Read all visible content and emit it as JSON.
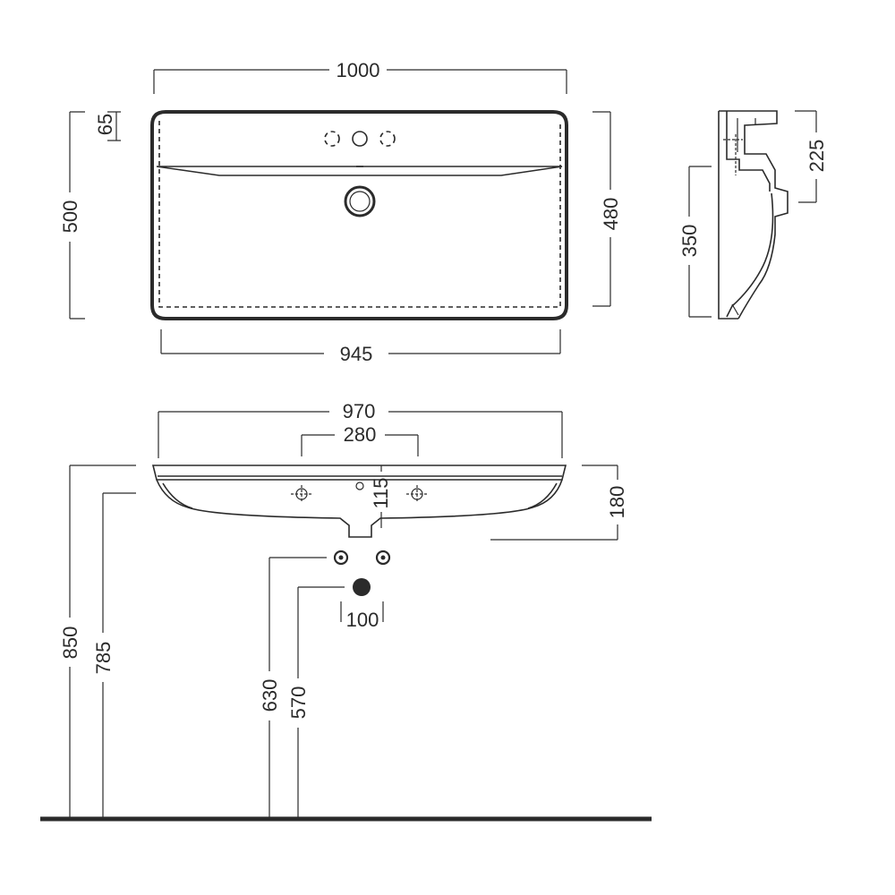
{
  "dimensions": {
    "top_width": "1000",
    "overall_depth": "500",
    "tap_deck_depth": "65",
    "inner_depth": "480",
    "bottom_width": "945",
    "side_height": "225",
    "side_depth": "350",
    "front_width": "970",
    "tap_hole_spacing": "280",
    "drain_offset": "115",
    "basin_height": "180",
    "mount_height": "850",
    "rim_height": "785",
    "supply_height": "630",
    "waste_height": "570",
    "waste_diameter": "100"
  }
}
